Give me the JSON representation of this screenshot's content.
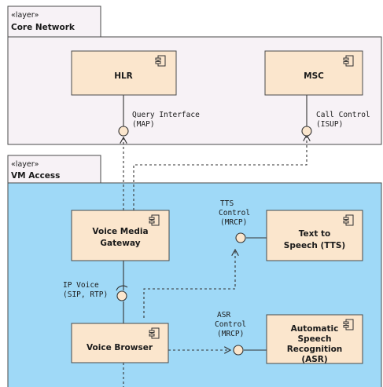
{
  "layers": [
    {
      "stereotype": "«layer»",
      "name": "Core Network"
    },
    {
      "stereotype": "«layer»",
      "name": "VM Access"
    }
  ],
  "components": [
    {
      "id": "hlr",
      "label": [
        "HLR"
      ]
    },
    {
      "id": "msc",
      "label": [
        "MSC"
      ]
    },
    {
      "id": "vmg",
      "label": [
        "Voice Media",
        "Gateway"
      ]
    },
    {
      "id": "tts",
      "label": [
        "Text to",
        "Speech (TTS)"
      ]
    },
    {
      "id": "vb",
      "label": [
        "Voice Browser"
      ]
    },
    {
      "id": "asr",
      "label": [
        "Automatic",
        "Speech",
        "Recognition",
        "(ASR)"
      ]
    }
  ],
  "interfaces": {
    "query": [
      "Query Interface",
      "(MAP)"
    ],
    "call": [
      "Call Control",
      "(ISUP)"
    ],
    "tts": [
      "TTS",
      "Control",
      "(MRCP)"
    ],
    "ipvoice": [
      "IP Voice",
      "(SIP, RTP)"
    ],
    "asr": [
      "ASR",
      "Control",
      "(MRCP)"
    ]
  },
  "colors": {
    "core_layer_bg": "#f7f2f6",
    "access_layer_bg": "#9fd9f7",
    "component_fill": "#fbe6cd",
    "border": "#4a4a4a",
    "line": "#333333"
  },
  "icons": {
    "component": "uml-component-icon"
  }
}
